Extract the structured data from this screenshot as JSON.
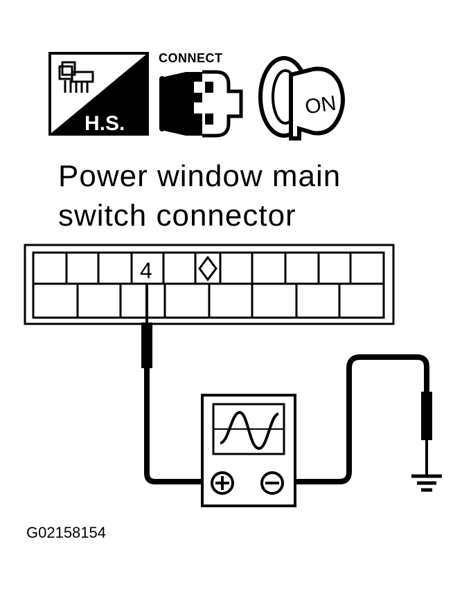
{
  "icons": {
    "harness_icon": "harness-connector-disconnected-icon",
    "connect_icon": "connect-icon",
    "ignition_icon": "ignition-key-on-icon",
    "harness_label": "H.S.",
    "connect_label": "CONNECT",
    "ignition_label": "ON"
  },
  "title": {
    "line1": "Power window main",
    "line2": "switch connector"
  },
  "connector": {
    "terminal_label": "4"
  },
  "meter": {
    "plus_symbol": "+",
    "minus_symbol": "−"
  },
  "figure_id": "G02158154",
  "colors": {
    "ink": "#000000",
    "paper": "#ffffff"
  }
}
